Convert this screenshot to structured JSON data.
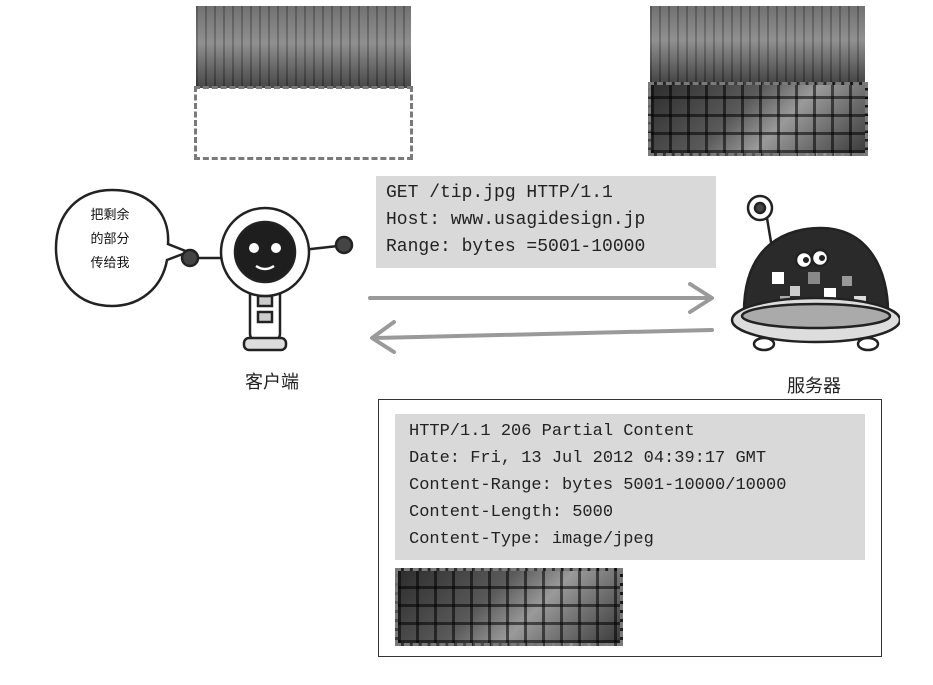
{
  "request": {
    "lines": [
      "GET /tip.jpg HTTP/1.1",
      "Host: www.usagidesign.jp",
      "Range: bytes =5001-10000"
    ]
  },
  "response": {
    "lines": [
      "HTTP/1.1 206 Partial Content",
      "Date: Fri, 13 Jul 2012 04:39:17 GMT",
      "Content-Range: bytes 5001-10000/10000",
      "Content-Length: 5000",
      "Content-Type: image/jpeg"
    ]
  },
  "client": {
    "label": "客户端",
    "speech": [
      "把剩余",
      "的部分",
      "传给我"
    ]
  },
  "server": {
    "label": "服务器"
  },
  "colors": {
    "box_fill": "#d9d9d9",
    "arrow": "#9a9a9a",
    "dashed_border": "#7a7a7a"
  }
}
